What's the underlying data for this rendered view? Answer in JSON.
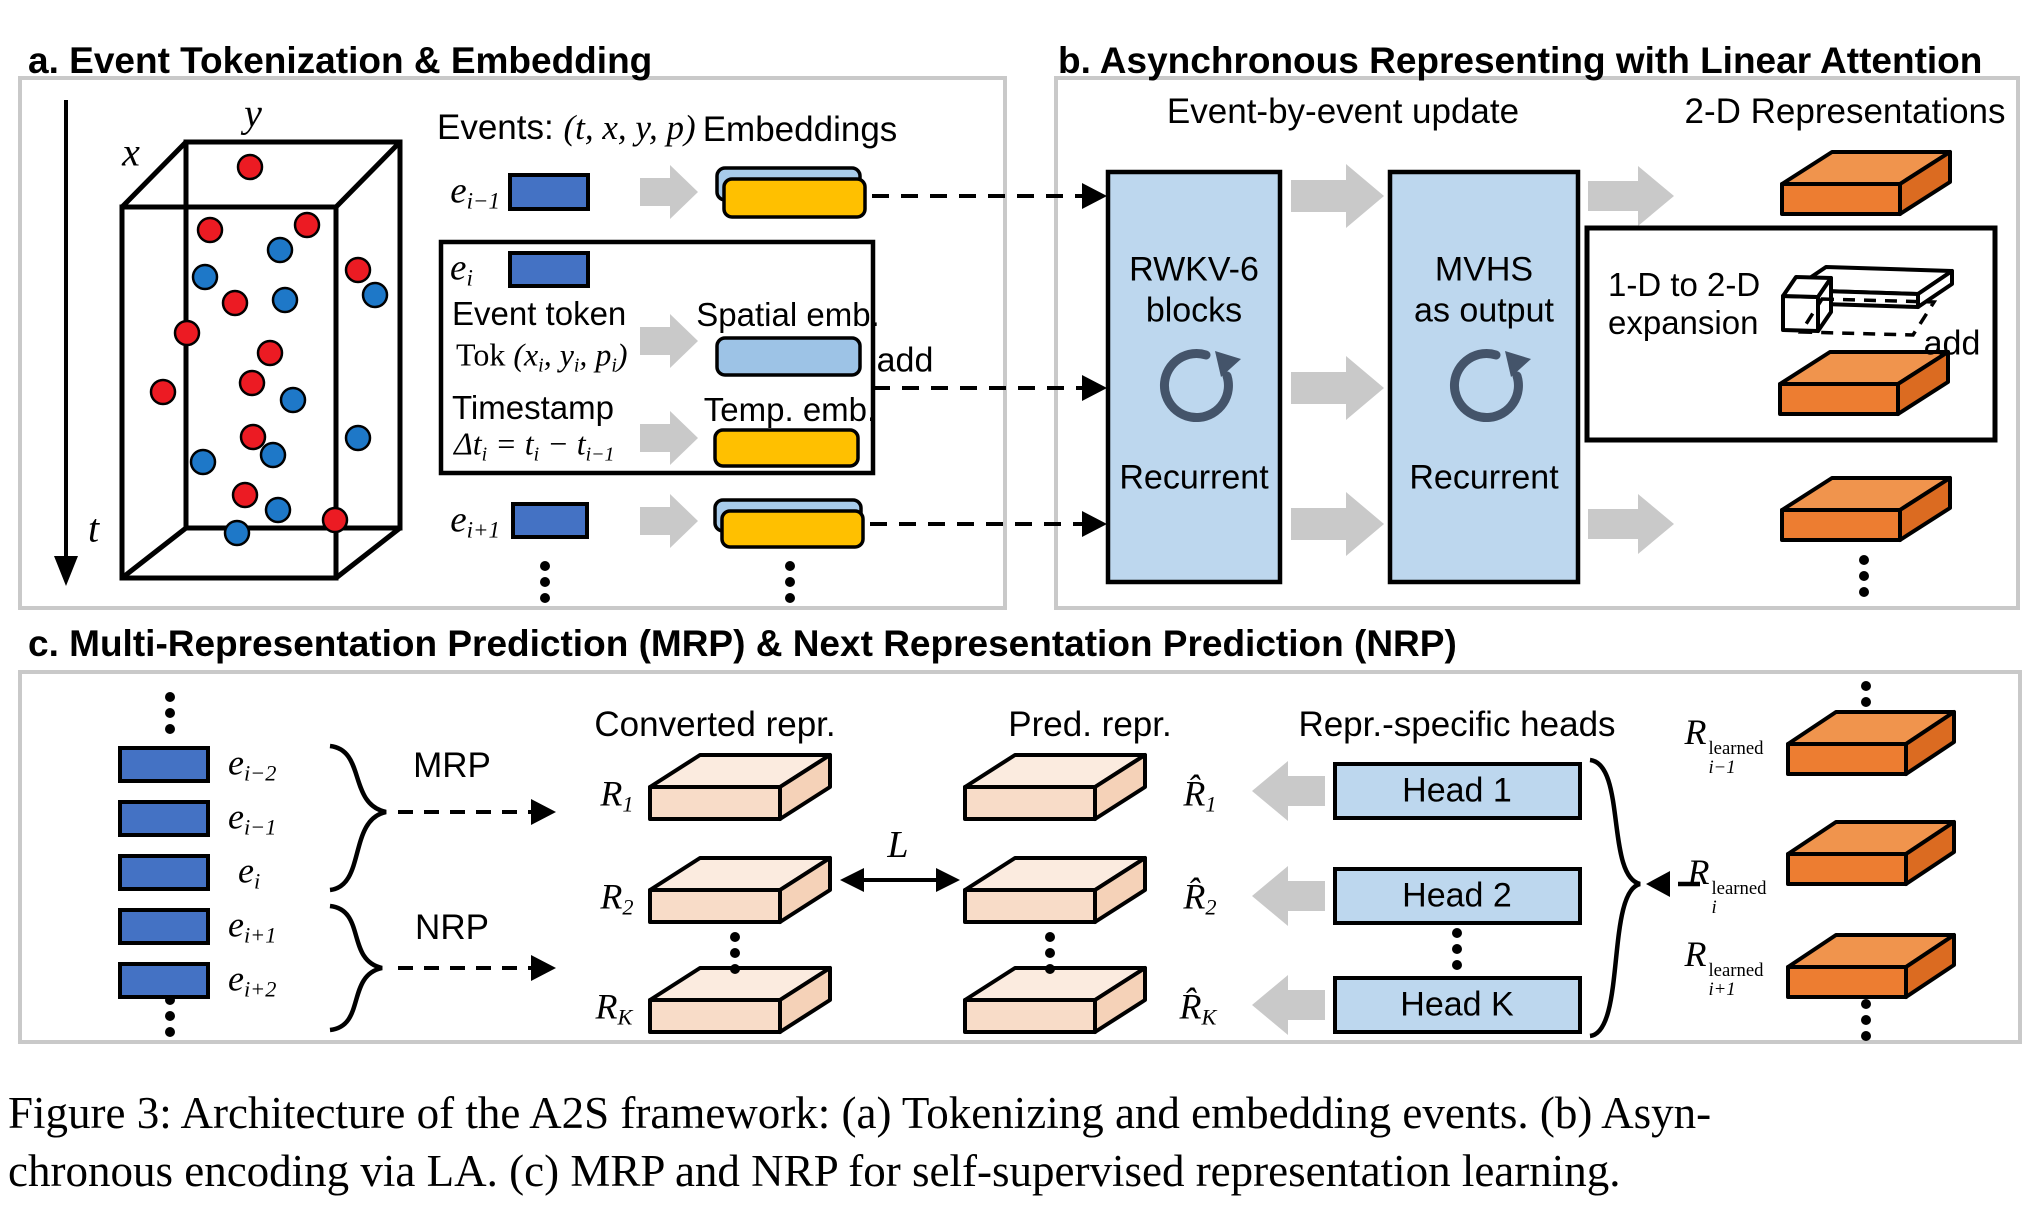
{
  "titles": {
    "a": "a. Event Tokenization & Embedding",
    "b": "b. Asynchronous Representing with Linear Attention",
    "c": "c. Multi-Representation Prediction (MRP) & Next Representation Prediction (NRP)"
  },
  "caption": {
    "line1": "Figure 3:   Architecture of the A2S framework: (a) Tokenizing and embedding events.  (b) Asyn-",
    "line2": "chronous encoding via LA. (c) MRP and NRP for self-supervised representation learning."
  },
  "panel_a": {
    "axes": {
      "t": "t",
      "x": "x",
      "y": "y"
    },
    "events_header": [
      {
        "t": "Events: ",
        "s": ""
      },
      {
        "t": "(t, x, y, p)",
        "s": "i"
      }
    ],
    "embeddings_header": "Embeddings",
    "e_prev": [
      {
        "t": "e",
        "s": "i"
      },
      {
        "t": "i−1",
        "s": "s"
      }
    ],
    "e_cur": [
      {
        "t": "e",
        "s": "i"
      },
      {
        "t": "i",
        "s": "s"
      }
    ],
    "e_next": [
      {
        "t": "e",
        "s": "i"
      },
      {
        "t": "i+1",
        "s": "s"
      }
    ],
    "token_box": {
      "event_token": "Event token",
      "tok": [
        {
          "t": "Tok ",
          "s": "r"
        },
        {
          "t": "(x",
          "s": "i"
        },
        {
          "t": "i",
          "s": "s"
        },
        {
          "t": ", y",
          "s": "i"
        },
        {
          "t": "i",
          "s": "s"
        },
        {
          "t": ", p",
          "s": "i"
        },
        {
          "t": "i",
          "s": "s"
        },
        {
          "t": ")",
          "s": "i"
        }
      ],
      "timestamp": "Timestamp",
      "dt": [
        {
          "t": "Δt",
          "s": "i"
        },
        {
          "t": "i",
          "s": "s"
        },
        {
          "t": " = t",
          "s": "i"
        },
        {
          "t": "i",
          "s": "s"
        },
        {
          "t": " − t",
          "s": "i"
        },
        {
          "t": "i−1",
          "s": "s"
        }
      ],
      "spatial": "Spatial emb.",
      "temporal": "Temp. emb."
    },
    "add": "add"
  },
  "panel_b": {
    "update_header": "Event-by-event update",
    "repr_header": "2-D Representations",
    "rwkv": {
      "l1": "RWKV-6",
      "l2": "blocks",
      "recurrent": "Recurrent"
    },
    "mvhs": {
      "l1": "MVHS",
      "l2": "as output",
      "recurrent": "Recurrent"
    },
    "expansion": {
      "l1": "1-D to 2-D",
      "l2": "expansion",
      "add": "add"
    }
  },
  "panel_c": {
    "e_im2": [
      {
        "t": "e",
        "s": "i"
      },
      {
        "t": "i−2",
        "s": "s"
      }
    ],
    "e_im1": [
      {
        "t": "e",
        "s": "i"
      },
      {
        "t": "i−1",
        "s": "s"
      }
    ],
    "e_i": [
      {
        "t": "e",
        "s": "i"
      },
      {
        "t": "i",
        "s": "s"
      }
    ],
    "e_ip1": [
      {
        "t": "e",
        "s": "i"
      },
      {
        "t": "i+1",
        "s": "s"
      }
    ],
    "e_ip2": [
      {
        "t": "e",
        "s": "i"
      },
      {
        "t": "i+2",
        "s": "s"
      }
    ],
    "mrp": "MRP",
    "nrp": "NRP",
    "converted_header": "Converted repr.",
    "pred_header": "Pred. repr.",
    "heads_header": "Repr.-specific heads",
    "r1": [
      {
        "t": "R",
        "s": "i"
      },
      {
        "t": "1",
        "s": "s"
      }
    ],
    "r2": [
      {
        "t": "R",
        "s": "i"
      },
      {
        "t": "2",
        "s": "s"
      }
    ],
    "rk": [
      {
        "t": "R",
        "s": "i"
      },
      {
        "t": "K",
        "s": "s"
      }
    ],
    "rh1": [
      {
        "t": "R̂",
        "s": "i"
      },
      {
        "t": "1",
        "s": "s"
      }
    ],
    "rh2": [
      {
        "t": "R̂",
        "s": "i"
      },
      {
        "t": "2",
        "s": "s"
      }
    ],
    "rhk": [
      {
        "t": "R̂",
        "s": "i"
      },
      {
        "t": "K",
        "s": "s"
      }
    ],
    "loss": [
      {
        "t": "L",
        "s": "i"
      }
    ],
    "heads": {
      "h1": "Head 1",
      "h2": "Head 2",
      "hk": "Head K"
    },
    "learned_im1": [
      {
        "t": "R",
        "s": "i"
      },
      {
        "t": "learned|i−1",
        "s": "v"
      }
    ],
    "learned_i": [
      {
        "t": "R",
        "s": "i"
      },
      {
        "t": "learned|i",
        "s": "v"
      }
    ],
    "learned_ip1": [
      {
        "t": "R",
        "s": "i"
      },
      {
        "t": "learned|i+1",
        "s": "v"
      }
    ]
  },
  "colors": {
    "token_blue": "#4472C4",
    "light_blue": "#9DC3E6",
    "box_blue": "#BDD7EE",
    "yellow": "#FFC000",
    "gray_arrow": "#C9C9C9",
    "orange_front": "#ED7D31",
    "orange_top": "#F0944D",
    "peach_front": "#F8DCC8",
    "peach_top": "#FBEBDF",
    "red_dot": "#EC1B23",
    "blue_dot": "#1E78C8",
    "recurrent_icon": "#44546A",
    "panel_border": "#C9C9C9"
  }
}
